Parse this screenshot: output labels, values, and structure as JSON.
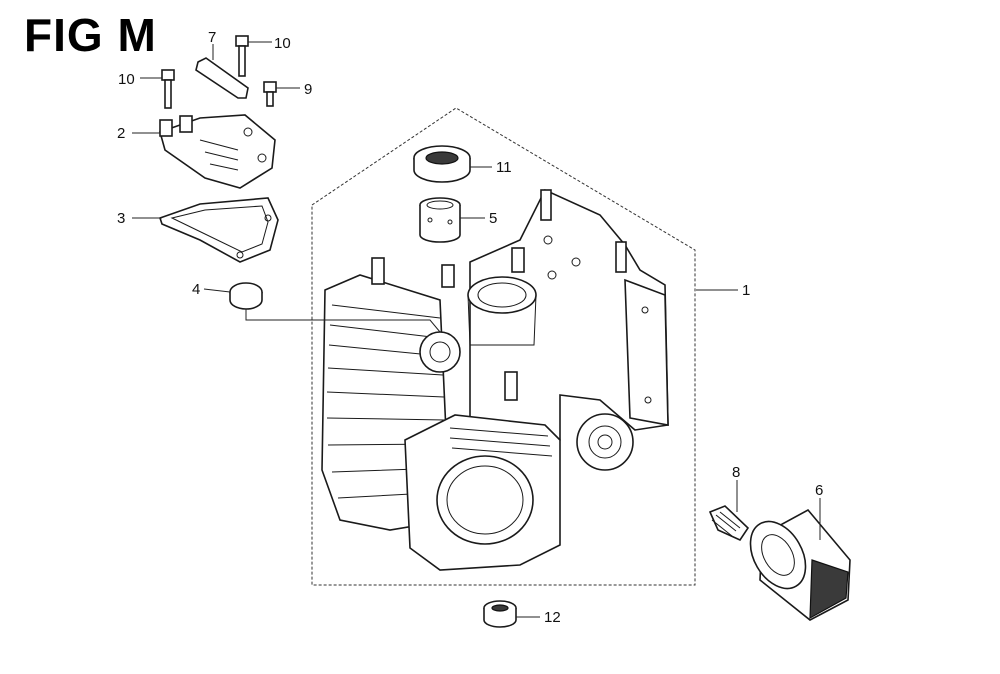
{
  "figure": {
    "title": "FIG M"
  },
  "callouts": [
    {
      "id": "c1",
      "label": "1"
    },
    {
      "id": "c2",
      "label": "2"
    },
    {
      "id": "c3",
      "label": "3"
    },
    {
      "id": "c4",
      "label": "4"
    },
    {
      "id": "c5",
      "label": "5"
    },
    {
      "id": "c6",
      "label": "6"
    },
    {
      "id": "c7",
      "label": "7"
    },
    {
      "id": "c8",
      "label": "8"
    },
    {
      "id": "c9",
      "label": "9"
    },
    {
      "id": "c10a",
      "label": "10"
    },
    {
      "id": "c10b",
      "label": "10"
    },
    {
      "id": "c11",
      "label": "11"
    },
    {
      "id": "c12",
      "label": "12"
    }
  ]
}
